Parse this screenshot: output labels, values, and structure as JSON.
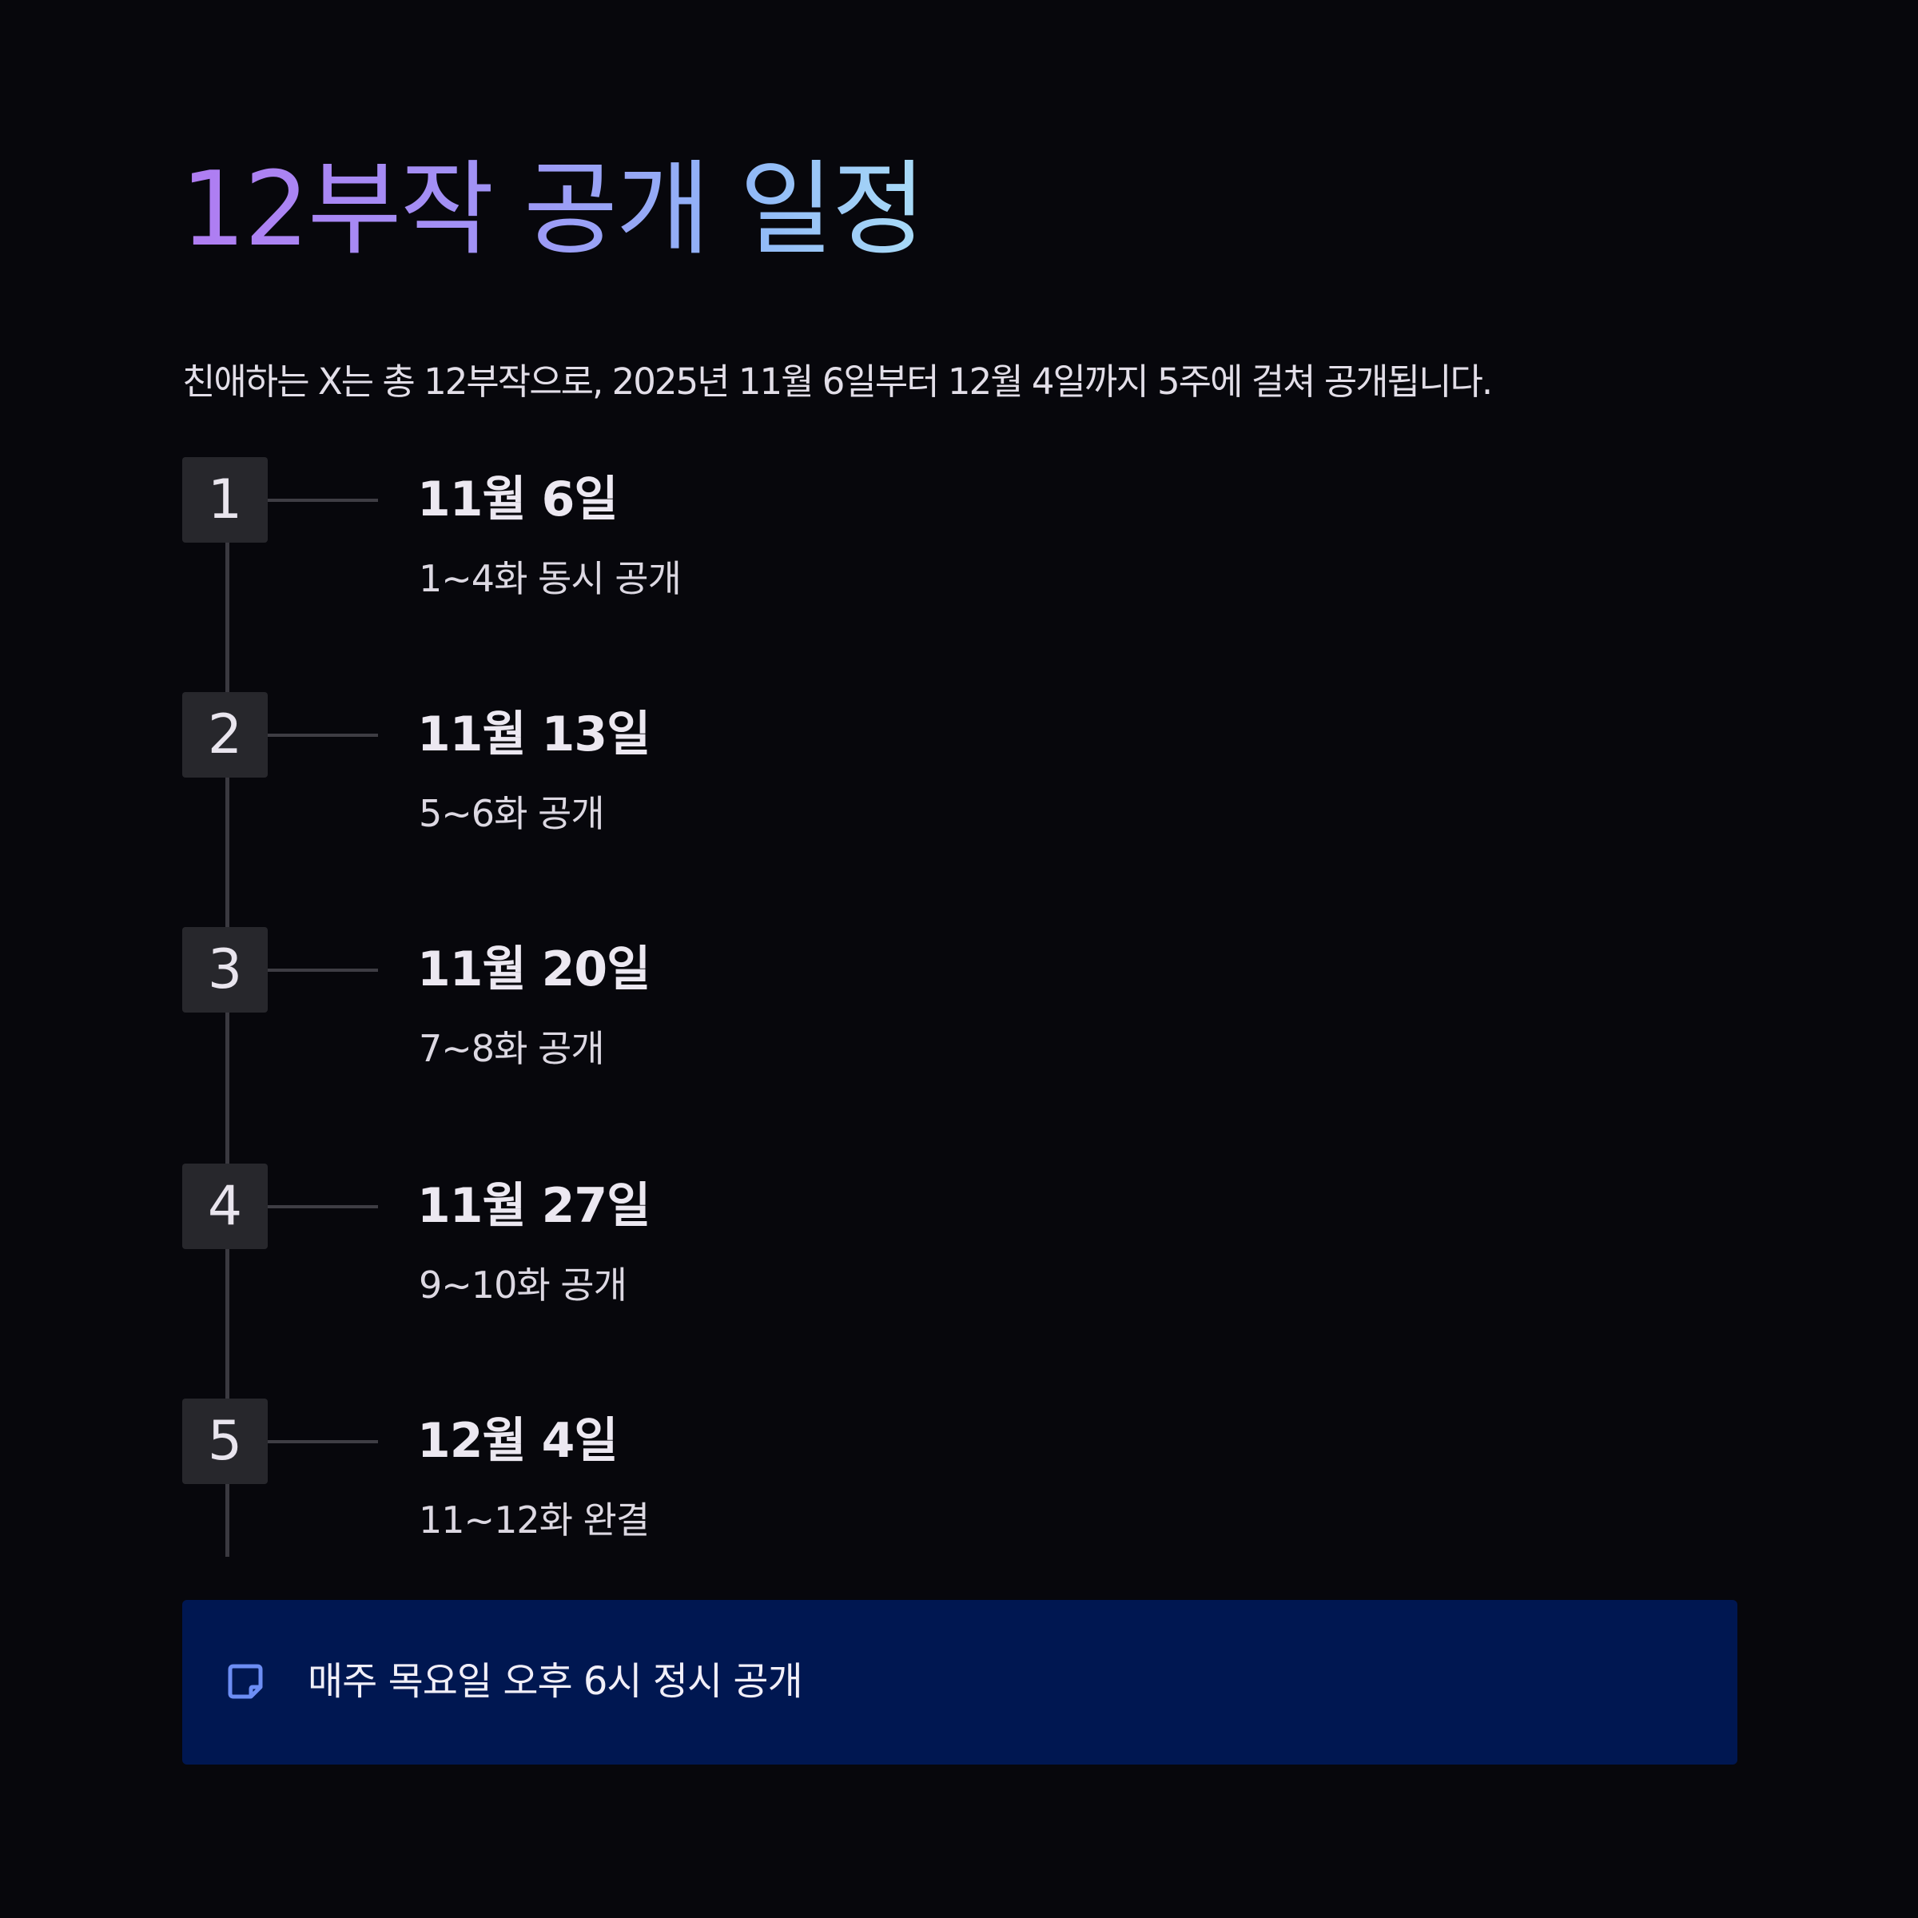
{
  "header": {
    "title": "12부작 공개 일정",
    "subtitle": "친애하는 X는 총 12부작으로, 2025년 11월 6일부터 12월 4일까지 5주에 걸쳐 공개됩니다."
  },
  "schedule": [
    {
      "step": "1",
      "date": "11월 6일",
      "description": "1~4화 동시 공개"
    },
    {
      "step": "2",
      "date": "11월 13일",
      "description": "5~6화 공개"
    },
    {
      "step": "3",
      "date": "11월 20일",
      "description": "7~8화 공개"
    },
    {
      "step": "4",
      "date": "11월 27일",
      "description": "9~10화 공개"
    },
    {
      "step": "5",
      "date": "12월 4일",
      "description": "11~12화 완결"
    }
  ],
  "note": {
    "icon": "sticky-note-icon",
    "text": "매주 목요일 오후 6시 정시 공개"
  },
  "colors": {
    "background": "#07070c",
    "title_gradient": [
      "#b07cf2",
      "#a9dcf7"
    ],
    "badge": "#27272c",
    "note_background": "#001751",
    "note_icon": "#6d8ef5"
  }
}
